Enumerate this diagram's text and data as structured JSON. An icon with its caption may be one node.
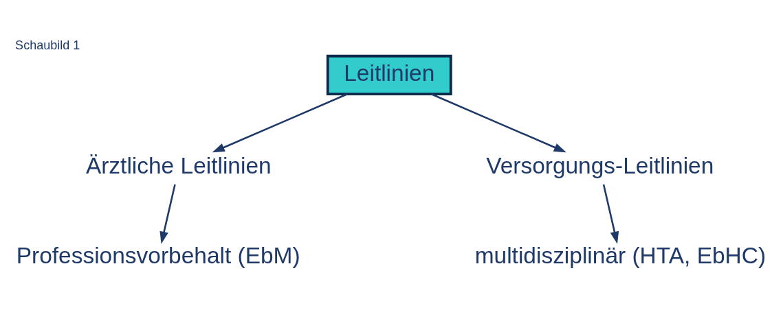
{
  "diagram": {
    "title": "Schaubild 1",
    "nodes": [
      {
        "text": [
          "Leitlinien"
        ]
      },
      {
        "text": [
          "Ärztliche Leitlinien"
        ]
      },
      {
        "text": [
          "Versorgungs-Leitlinien"
        ]
      },
      {
        "text": [
          "Professionsvorbehalt (EbM)"
        ]
      },
      {
        "text": [
          "multidisziplinär (HTA, EbHC)"
        ]
      }
    ],
    "edges": [
      {
        "from": 0,
        "to": 1,
        "arrow": "to"
      },
      {
        "from": 0,
        "to": 2,
        "arrow": "to"
      },
      {
        "from": 1,
        "to": 3,
        "arrow": "to"
      },
      {
        "from": 2,
        "to": 4,
        "arrow": "to"
      }
    ]
  }
}
